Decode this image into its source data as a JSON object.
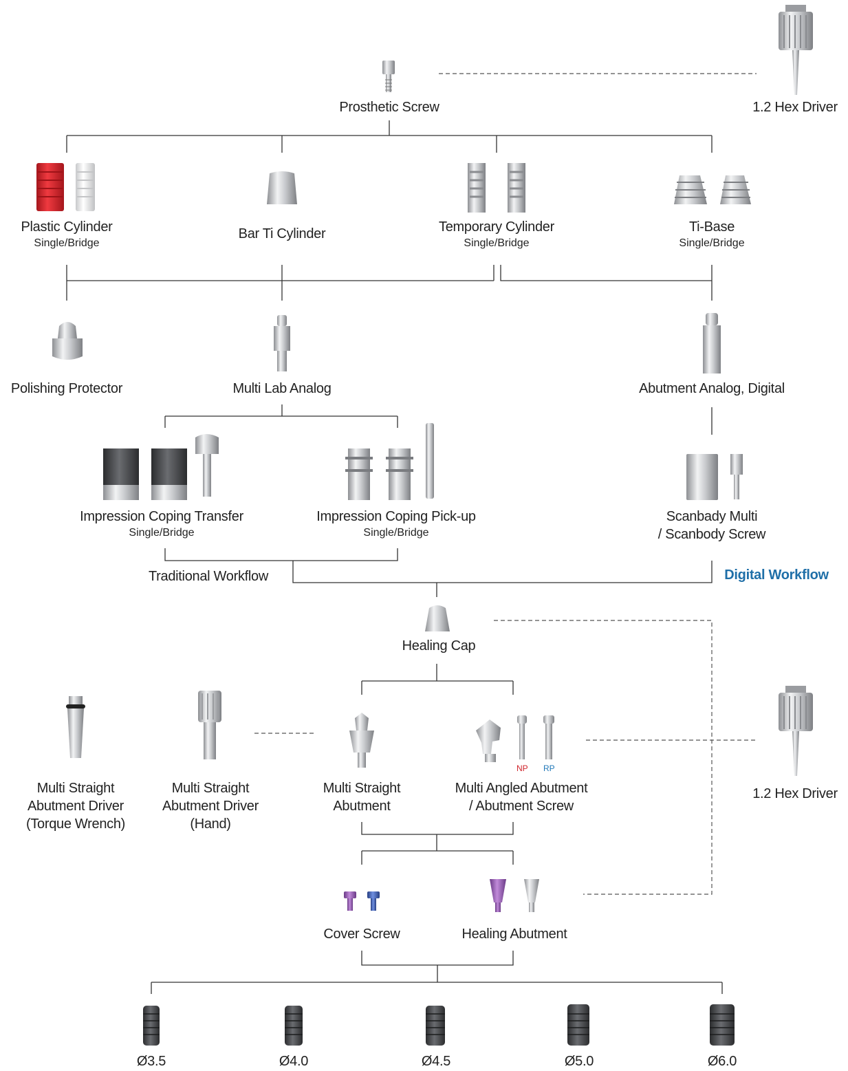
{
  "parts": {
    "prosthetic_screw": "Prosthetic Screw",
    "hex_driver_top": "1.2 Hex Driver",
    "plastic_cylinder": "Plastic Cylinder",
    "plastic_cylinder_sub": "Single/Bridge",
    "bar_ti_cylinder": "Bar Ti Cylinder",
    "temporary_cylinder": "Temporary Cylinder",
    "temporary_cylinder_sub": "Single/Bridge",
    "ti_base": "Ti-Base",
    "ti_base_sub": "Single/Bridge",
    "polishing_protector": "Polishing Protector",
    "multi_lab_analog": "Multi Lab Analog",
    "abutment_analog": "Abutment Analog, Digital",
    "impression_transfer": "Impression Coping Transfer",
    "impression_transfer_sub": "Single/Bridge",
    "impression_pickup": "Impression Coping Pick-up",
    "impression_pickup_sub": "Single/Bridge",
    "scanbody_line1": "Scanbady Multi",
    "scanbody_line2": "/ Scanbody Screw",
    "traditional_workflow": "Traditional Workflow",
    "digital_workflow": "Digital Workflow",
    "healing_cap": "Healing Cap",
    "driver_torque_l1": "Multi Straight",
    "driver_torque_l2": "Abutment Driver",
    "driver_torque_l3": "(Torque Wrench)",
    "driver_hand_l1": "Multi Straight",
    "driver_hand_l2": "Abutment Driver",
    "driver_hand_l3": "(Hand)",
    "straight_abutment_l1": "Multi Straight",
    "straight_abutment_l2": "Abutment",
    "angled_abutment_l1": "Multi Angled Abutment",
    "angled_abutment_l2": "/ Abutment Screw",
    "np": "NP",
    "rp": "RP",
    "hex_driver_bottom": "1.2 Hex Driver",
    "cover_screw": "Cover Screw",
    "healing_abutment": "Healing Abutment"
  },
  "implants": [
    "Ø3.5",
    "Ø4.0",
    "Ø4.5",
    "Ø5.0",
    "Ø6.0"
  ],
  "colors": {
    "line": "#333333",
    "dashed": "#555555",
    "digital_workflow": "#1f6fa8",
    "np": "#d0242b",
    "rp": "#1f77b8",
    "plastic_red": "#e0222b",
    "cover_purple": "#8a55a8",
    "cover_blue": "#3a5fb0"
  }
}
